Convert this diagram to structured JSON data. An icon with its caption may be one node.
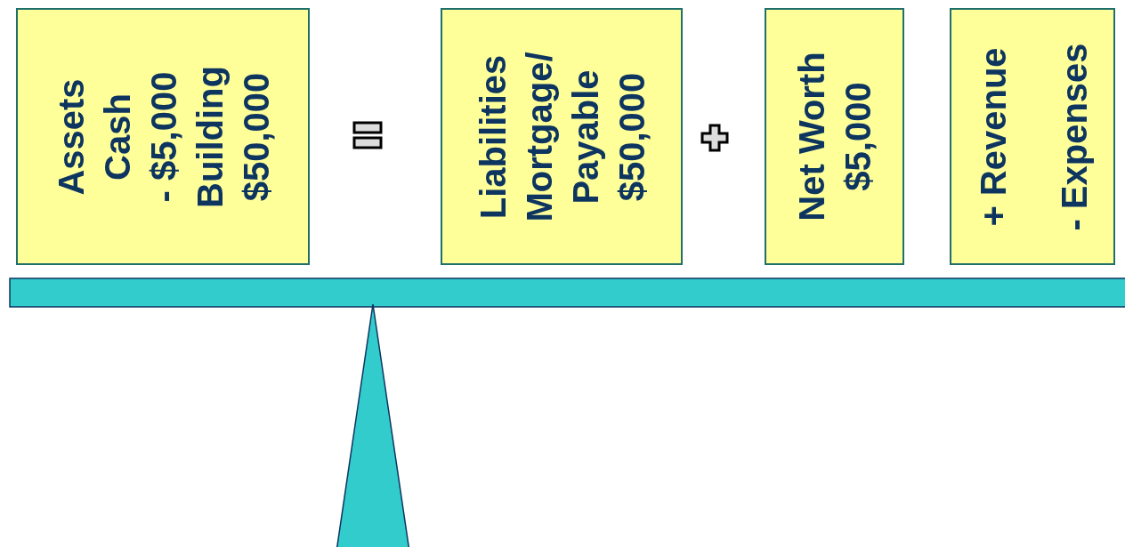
{
  "diagram": {
    "nodes": [
      {
        "text": [
          "Assets",
          "Cash",
          "- $5,000",
          "Building",
          "$50,000"
        ]
      },
      {
        "text": [
          "Liabilities",
          "Mortgage/",
          "Payable",
          "$50,000"
        ]
      },
      {
        "text": [
          "Net Worth",
          "$5,000"
        ]
      },
      {
        "text": [
          "+ Revenue",
          "- Expenses"
        ]
      }
    ],
    "edges": []
  }
}
